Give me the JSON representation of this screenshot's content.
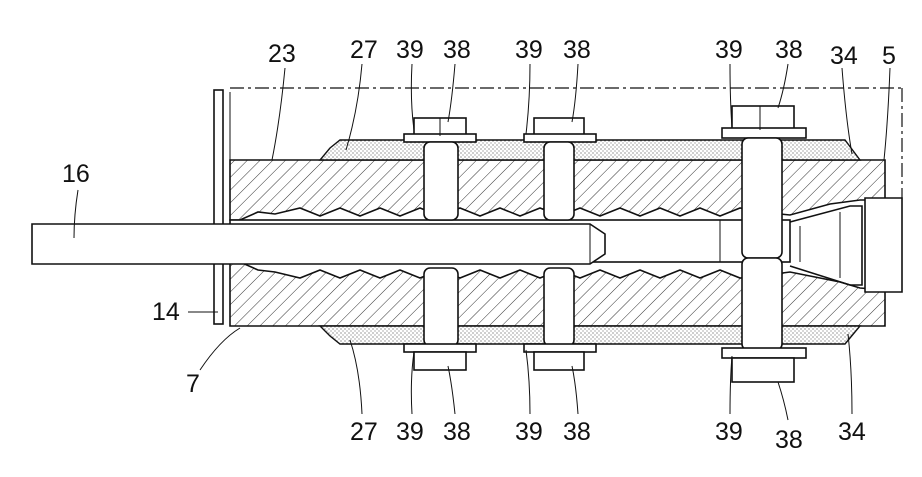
{
  "figure": {
    "labels": {
      "n23": "23",
      "n27_top": "27",
      "n39_top_a": "39",
      "n38_top_a": "38",
      "n39_top_b": "39",
      "n38_top_b": "38",
      "n39_top_c": "39",
      "n38_top_c": "38",
      "n34_top": "34",
      "n5": "5",
      "n16": "16",
      "n14": "14",
      "n7": "7",
      "n27_bot": "27",
      "n39_bot_a": "39",
      "n38_bot_a": "38",
      "n39_bot_b": "39",
      "n38_bot_b": "38",
      "n39_bot_c": "39",
      "n38_bot_c": "38",
      "n34_bot": "34"
    }
  }
}
